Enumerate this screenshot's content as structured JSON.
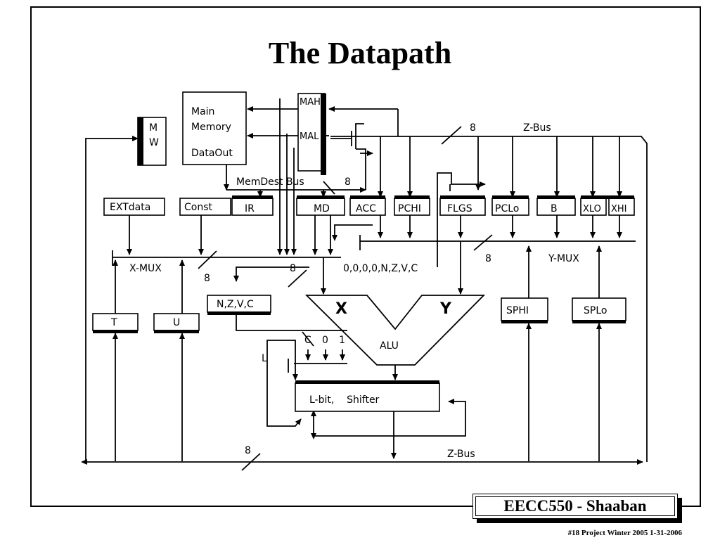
{
  "slide": {
    "title": "The Datapath",
    "badge": "EECC550 - Shaaban",
    "footer": "#18   Project  Winter 2005   1-31-2006"
  },
  "diagram": {
    "memory": {
      "line1": "Main",
      "line2": "Memory",
      "line3": "DataOut"
    },
    "mw_line1": "M",
    "mw_line2": "W",
    "mah": "MAH",
    "mal": "MAL",
    "memdest_bus": "MemDest Bus",
    "registers": {
      "extdata": "EXTdata",
      "const": "Const",
      "ir": "IR",
      "md": "MD",
      "acc": "ACC",
      "pchi": "PCHI",
      "flgs": "FLGS",
      "pclo": "PCLo",
      "b": "B",
      "xlo": "XLO",
      "xhi": "XHI",
      "t": "T",
      "u": "U",
      "nzvc": "N,Z,V,C",
      "sphi": "SPHI",
      "splo": "SPLo"
    },
    "x_mux": "X-MUX",
    "y_mux": "Y-MUX",
    "flags_input": "0,0,0,0,N,Z,V,C",
    "alu": "ALU",
    "alu_x": "X",
    "alu_y": "Y",
    "shifter": "L-bit,    Shifter",
    "shifter_inputs": {
      "c": "C",
      "zero": "0",
      "one": "1",
      "l": "L"
    },
    "z_bus_top": "Z-Bus",
    "z_bus_bottom": "Z-Bus",
    "width_label": "8"
  }
}
